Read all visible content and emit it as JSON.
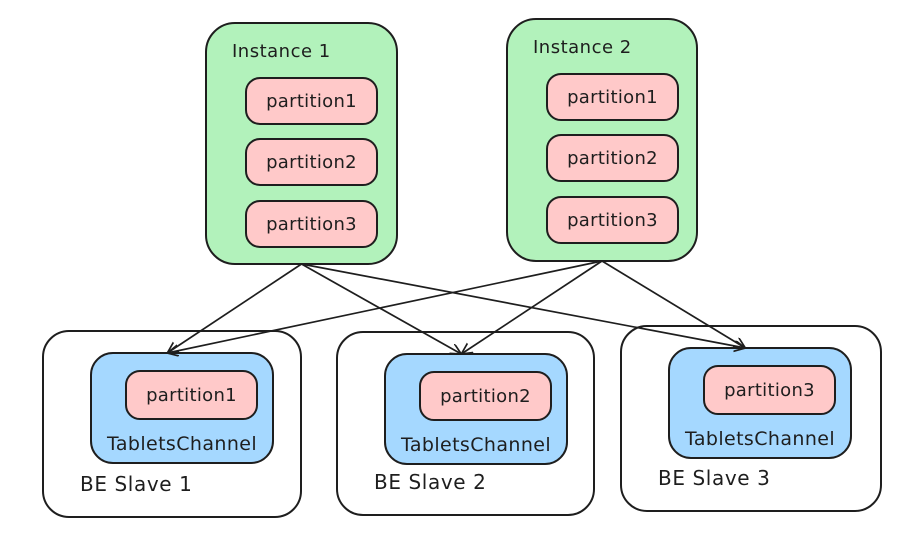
{
  "colors": {
    "background": "#ffffff",
    "instance_fill": "#b2f2bb",
    "partition_fill": "#ffc9c9",
    "channel_fill": "#a5d8ff",
    "slave_fill": "#ffffff",
    "stroke": "#1e1e1e"
  },
  "instances": [
    {
      "label": "Instance 1",
      "partitions": [
        "partition1",
        "partition2",
        "partition3"
      ]
    },
    {
      "label": "Instance 2",
      "partitions": [
        "partition1",
        "partition2",
        "partition3"
      ]
    }
  ],
  "slaves": [
    {
      "label": "BE Slave 1",
      "channel_label": "TabletsChannel",
      "partition": "partition1"
    },
    {
      "label": "BE Slave 2",
      "channel_label": "TabletsChannel",
      "partition": "partition2"
    },
    {
      "label": "BE Slave 3",
      "channel_label": "TabletsChannel",
      "partition": "partition3"
    }
  ],
  "edges": [
    {
      "from": "instance-1",
      "to": "tablets-channel-1"
    },
    {
      "from": "instance-1",
      "to": "tablets-channel-2"
    },
    {
      "from": "instance-1",
      "to": "tablets-channel-3"
    },
    {
      "from": "instance-2",
      "to": "tablets-channel-1"
    },
    {
      "from": "instance-2",
      "to": "tablets-channel-2"
    },
    {
      "from": "instance-2",
      "to": "tablets-channel-3"
    }
  ]
}
